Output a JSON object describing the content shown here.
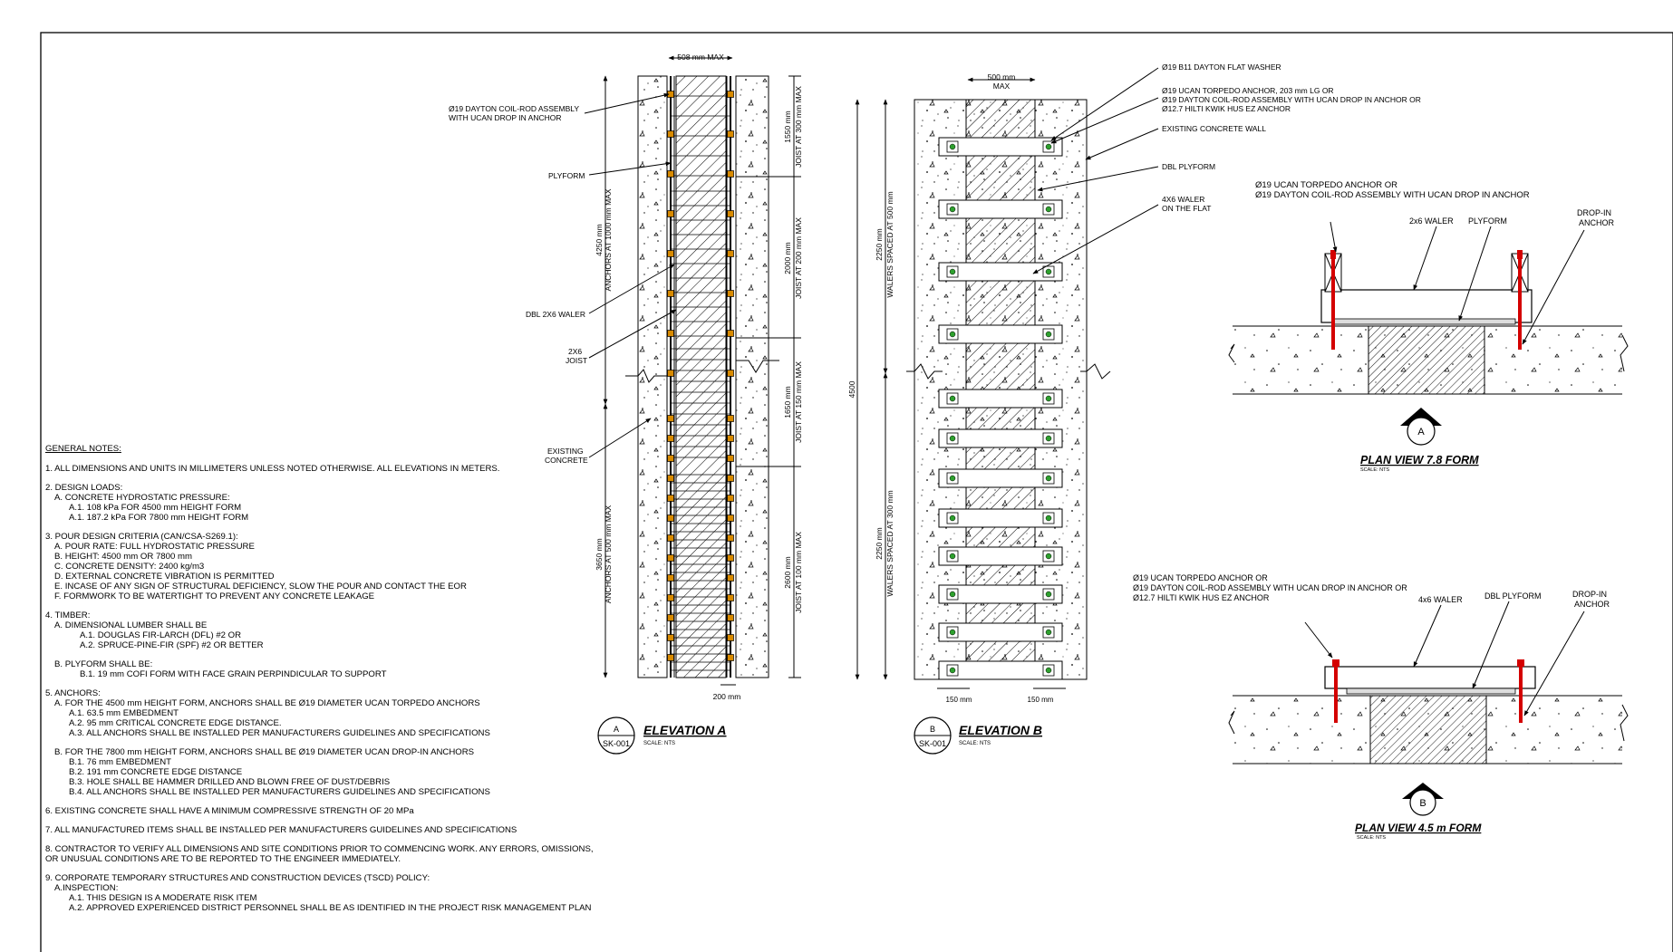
{
  "elevation_a": {
    "title": "ELEVATION A",
    "scale": "SCALE: NTS",
    "callout_letter": "A",
    "callout_sheet": "SK-001",
    "dim_top": "508 mm MAX",
    "dim_bottom": "200 mm",
    "left_dim_upper": [
      "4250 mm",
      "ANCHORS AT 1000 mm MAX"
    ],
    "left_dim_lower": [
      "3650 mm",
      "ANCHORS AT 500 mm MAX"
    ],
    "right_dims": [
      [
        "1550 mm",
        "JOIST AT 300 mm MAX"
      ],
      [
        "2000 mm",
        "JOIST AT 200 mm MAX"
      ],
      [
        "1650 mm",
        "JOIST AT 150 mm MAX"
      ],
      [
        "2600 mm",
        "JOIST AT 100 mm MAX"
      ]
    ],
    "labels": {
      "coil_rod": [
        "Ø19 DAYTON COIL-ROD ASSEMBLY",
        "WITH UCAN DROP IN ANCHOR"
      ],
      "plyform": "PLYFORM",
      "dbl_waler": "DBL 2X6 WALER",
      "joist": [
        "2X6",
        "JOIST"
      ],
      "existing": [
        "EXISTING",
        "CONCRETE"
      ]
    }
  },
  "elevation_b": {
    "title": "ELEVATION B",
    "scale": "SCALE: NTS",
    "callout_letter": "B",
    "callout_sheet": "SK-001",
    "dim_top": [
      "500 mm",
      "MAX"
    ],
    "dim_left_a": "150 mm",
    "dim_left_b": "150 mm",
    "overall": "4500",
    "upper_dim": [
      "2250 mm",
      "WALERS SPACED AT 500 mm"
    ],
    "lower_dim": [
      "2250 mm",
      "WALERS SPACED AT 300 mm"
    ],
    "labels": {
      "washer": "Ø19 B11 DAYTON FLAT WASHER",
      "anchor": [
        "Ø19 UCAN TORPEDO ANCHOR, 203 mm LG OR",
        "Ø19 DAYTON COIL-ROD ASSEMBLY WITH UCAN DROP IN ANCHOR OR",
        "Ø12.7 HILTI KWIK HUS EZ ANCHOR"
      ],
      "existing_wall": "EXISTING CONCRETE WALL",
      "dbl_plyform": "DBL PLYFORM",
      "waler": [
        "4X6 WALER",
        "ON THE FLAT"
      ]
    }
  },
  "plan_a": {
    "title": "PLAN VIEW 7.8 FORM",
    "scale": "SCALE: NTS",
    "marker": "A",
    "anchor_note": [
      "Ø19 UCAN TORPEDO ANCHOR OR",
      "Ø19 DAYTON COIL-ROD ASSEMBLY WITH UCAN DROP IN ANCHOR"
    ],
    "waler": "2x6 WALER",
    "plyform": "PLYFORM",
    "drop_in": [
      "DROP-IN",
      "ANCHOR"
    ]
  },
  "plan_b": {
    "title": "PLAN VIEW 4.5 m FORM",
    "scale": "SCALE: NTS",
    "marker": "B",
    "anchor_note": [
      "Ø19 UCAN TORPEDO ANCHOR OR",
      "Ø19 DAYTON COIL-ROD ASSEMBLY WITH UCAN DROP IN ANCHOR OR",
      "Ø12.7 HILTI KWIK HUS EZ ANCHOR"
    ],
    "waler": "4x6 WALER",
    "plyform": "DBL PLYFORM",
    "drop_in": [
      "DROP-IN",
      "ANCHOR"
    ]
  },
  "notes": {
    "heading": "GENERAL NOTES:",
    "sections": [
      {
        "lines": [
          "1. ALL DIMENSIONS AND UNITS IN MILLIMETERS UNLESS NOTED OTHERWISE. ALL ELEVATIONS IN METERS."
        ],
        "indent": [
          0
        ]
      },
      {
        "lines": [
          "2. DESIGN LOADS:",
          "A. CONCRETE HYDROSTATIC PRESSURE:",
          "A.1. 108 kPa FOR 4500 mm HEIGHT FORM",
          "A.1. 187.2 kPa FOR 7800 mm HEIGHT FORM"
        ],
        "indent": [
          0,
          1,
          2,
          2
        ]
      },
      {
        "lines": [
          "3. POUR DESIGN CRITERIA (CAN/CSA-S269.1):",
          "A. POUR RATE: FULL HYDROSTATIC PRESSURE",
          "B. HEIGHT: 4500 mm OR 7800 mm",
          "C. CONCRETE DENSITY: 2400 kg/m3",
          "D. EXTERNAL CONCRETE VIBRATION IS PERMITTED",
          "E. INCASE OF ANY SIGN OF STRUCTURAL DEFICIENCY, SLOW THE POUR AND CONTACT THE EOR",
          "F. FORMWORK TO BE WATERTIGHT TO PREVENT ANY CONCRETE LEAKAGE"
        ],
        "indent": [
          0,
          1,
          1,
          1,
          1,
          1,
          1
        ]
      },
      {
        "lines": [
          "4. TIMBER:",
          "A. DIMENSIONAL LUMBER SHALL BE",
          "A.1. DOUGLAS FIR-LARCH (DFL) #2 OR",
          "A.2. SPRUCE-PINE-FIR (SPF) #2 OR BETTER",
          "",
          "B. PLYFORM SHALL BE:",
          "B.1. 19 mm COFI FORM WITH FACE GRAIN PERPINDICULAR TO SUPPORT"
        ],
        "indent": [
          0,
          1,
          3,
          3,
          0,
          1,
          3
        ]
      },
      {
        "lines": [
          "5. ANCHORS:",
          "A. FOR THE 4500 mm HEIGHT FORM, ANCHORS SHALL BE Ø19 DIAMETER UCAN TORPEDO ANCHORS",
          "A.1. 63.5 mm EMBEDMENT",
          "A.2. 95 mm CRITICAL CONCRETE EDGE DISTANCE.",
          "A.3. ALL ANCHORS SHALL BE INSTALLED PER MANUFACTURERS GUIDELINES AND SPECIFICATIONS",
          "",
          "B. FOR THE 7800 mm HEIGHT FORM, ANCHORS SHALL BE Ø19 DIAMETER UCAN DROP-IN ANCHORS",
          "B.1. 76 mm EMBEDMENT",
          "B.2. 191 mm CONCRETE EDGE DISTANCE",
          "B.3. HOLE SHALL BE HAMMER DRILLED AND BLOWN FREE OF DUST/DEBRIS",
          "B.4. ALL ANCHORS SHALL BE INSTALLED PER MANUFACTURERS GUIDELINES AND SPECIFICATIONS"
        ],
        "indent": [
          0,
          1,
          2,
          2,
          2,
          0,
          1,
          2,
          2,
          2,
          2
        ]
      },
      {
        "lines": [
          "6. EXISTING CONCRETE SHALL HAVE A MINIMUM COMPRESSIVE STRENGTH OF 20 MPa"
        ],
        "indent": [
          0
        ]
      },
      {
        "lines": [
          "7. ALL MANUFACTURED ITEMS SHALL BE INSTALLED PER MANUFACTURERS GUIDELINES AND SPECIFICATIONS"
        ],
        "indent": [
          0
        ]
      },
      {
        "lines": [
          "8. CONTRACTOR TO VERIFY ALL DIMENSIONS AND SITE CONDITIONS PRIOR TO COMMENCING WORK. ANY ERRORS, OMISSIONS,",
          "OR UNUSUAL CONDITIONS ARE TO BE REPORTED TO THE ENGINEER IMMEDIATELY."
        ],
        "indent": [
          0,
          0
        ]
      },
      {
        "lines": [
          "9. CORPORATE TEMPORARY STRUCTURES AND CONSTRUCTION DEVICES (TSCD) POLICY:",
          "A.INSPECTION:",
          "A.1. THIS DESIGN IS A MODERATE RISK ITEM",
          "A.2. APPROVED EXPERIENCED DISTRICT PERSONNEL SHALL BE AS IDENTIFIED IN THE PROJECT RISK MANAGEMENT PLAN"
        ],
        "indent": [
          0,
          1,
          2,
          2
        ]
      }
    ]
  },
  "colors": {
    "ink": "#000000",
    "anchor_red": "#d40000",
    "bolt_green": "#2ea12e",
    "bolt_orange": "#d88a00"
  }
}
